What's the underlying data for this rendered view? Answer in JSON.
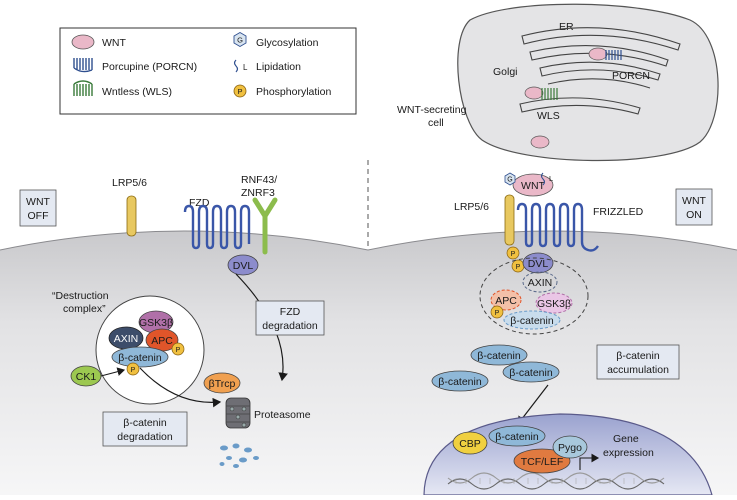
{
  "legend": {
    "wnt": "WNT",
    "porcupine": "Porcupine (PORCN)",
    "wntless": "Wntless (WLS)",
    "glycosylation": "Glycosylation",
    "glycosylation_symbol": "G",
    "lipidation": "Lipidation",
    "lipidation_symbol": "L",
    "phosphorylation": "Phosphorylation",
    "phosphorylation_symbol": "P"
  },
  "secreting_cell": {
    "er": "ER",
    "golgi": "Golgi",
    "porcn": "PORCN",
    "wls": "WLS",
    "cell_label_line1": "WNT-secreting",
    "cell_label_line2": "cell"
  },
  "wnt_off": {
    "state_line1": "WNT",
    "state_line2": "OFF",
    "lrp": "LRP5/6",
    "fzd": "FZD",
    "rnf_line1": "RNF43/",
    "rnf_line2": "ZNRF3",
    "dvl": "DVL",
    "destruction_line1": "“Destruction",
    "destruction_line2": "complex”",
    "gsk": "GSK3β",
    "axin": "AXIN",
    "apc": "APC",
    "p": "P",
    "beta_catenin": "β-catenin",
    "ck1": "CK1",
    "btrcp": "βTrcp",
    "fzd_deg_line1": "FZD",
    "fzd_deg_line2": "degradation",
    "bcat_deg_line1": "β-catenin",
    "bcat_deg_line2": "degradation",
    "proteasome": "Proteasome"
  },
  "wnt_on": {
    "state_line1": "WNT",
    "state_line2": "ON",
    "lrp": "LRP5/6",
    "frizzled": "FRIZZLED",
    "wnt": "WNT",
    "g": "G",
    "l": "L",
    "p": "P",
    "dvl": "DVL",
    "axin": "AXIN",
    "apc": "APC",
    "gsk": "GSK3β",
    "beta_catenin": "β-catenin",
    "accum_line1": "β-catenin",
    "accum_line2": "accumulation",
    "cbp": "CBP",
    "tcf": "TCF/LEF",
    "pygo": "Pygo",
    "gene_line1": "Gene",
    "gene_line2": "expression"
  },
  "colors": {
    "wnt_pink": "#eab8c8",
    "porcn_blue": "#2f4f8f",
    "wls_green": "#3a7a3a",
    "membrane_blue": "#3a56a8",
    "gsk_purple": "#b070a8",
    "axin_slate": "#3d4d6a",
    "apc_orange": "#e0552a",
    "p_yellow": "#f0c040",
    "bcat_blue": "#8fb8d8",
    "ck1_green": "#9cc850",
    "btrcp_orange": "#f0a050",
    "dvl_lavender": "#8c8ccc",
    "rnf_green": "#8cbc4c",
    "lrp_yellow": "#e8c860",
    "box_fill": "#e4e9f2",
    "cell_fill": "#e4e4e6",
    "tcf_orange": "#e07a40",
    "cbp_yellow": "#f0d040",
    "pygo_blue": "#a8c8dc"
  }
}
